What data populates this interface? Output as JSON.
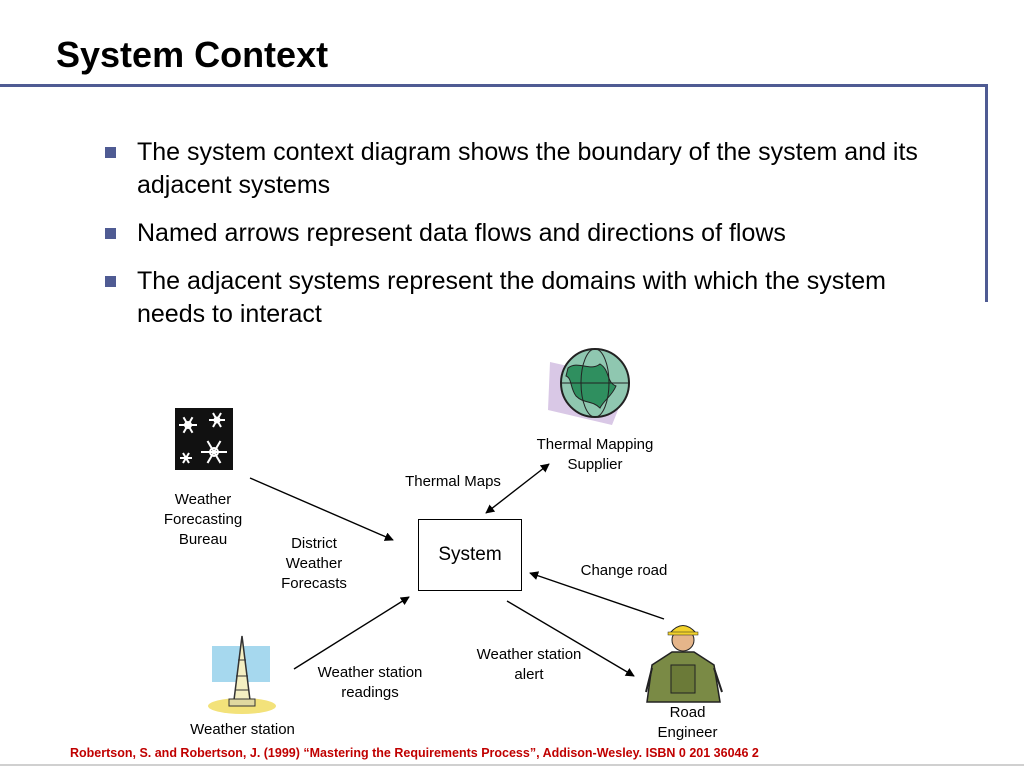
{
  "slide": {
    "title": "System Context",
    "bullets": [
      "The system context diagram shows the boundary of the system and its adjacent systems",
      "Named arrows represent data flows and directions of flows",
      "The adjacent systems represent the domains with which the system needs to interact"
    ]
  },
  "diagram": {
    "system_label": "System",
    "entities": {
      "weather_bureau": [
        "Weather",
        "Forecasting",
        "Bureau"
      ],
      "thermal_supplier": [
        "Thermal Mapping",
        "Supplier"
      ],
      "weather_station": [
        "Weather station"
      ],
      "road_engineer": [
        "Road",
        "Engineer"
      ]
    },
    "flows": {
      "district_forecasts": [
        "District",
        "Weather",
        "Forecasts"
      ],
      "thermal_maps": [
        "Thermal Maps"
      ],
      "change_road": [
        "Change road"
      ],
      "station_readings": [
        "Weather station",
        "readings"
      ],
      "station_alert": [
        "Weather station",
        "alert"
      ]
    },
    "icons": [
      "snowflakes-icon",
      "globe-icon",
      "weather-station-tower-icon",
      "road-engineer-icon"
    ]
  },
  "citation": "Robertson, S. and Robertson, J. (1999) “Mastering the Requirements Process”, Addison-Wesley. ISBN 0 201 36046 2",
  "colors": {
    "accent": "#4f5b93",
    "citation": "#c00000"
  }
}
